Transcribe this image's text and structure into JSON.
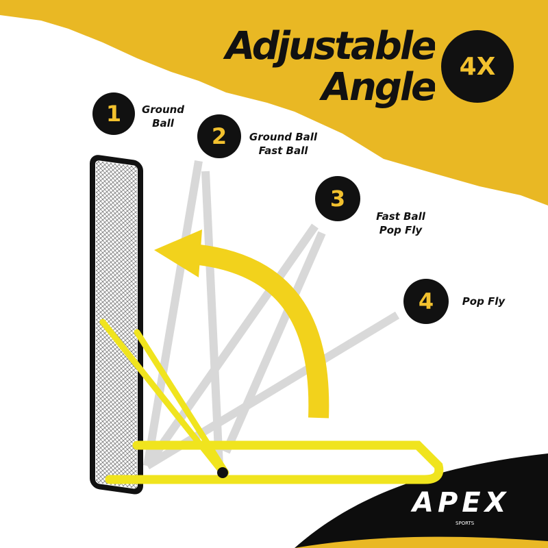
{
  "headline": {
    "line1": "Adjustable",
    "line2": "Angle"
  },
  "badge": "4X",
  "positions": [
    {
      "number": "1",
      "line1": "Ground",
      "line2": "Ball"
    },
    {
      "number": "2",
      "line1": "Ground Ball",
      "line2": "Fast Ball"
    },
    {
      "number": "3",
      "line1": "Fast Ball",
      "line2": "Pop Fly"
    },
    {
      "number": "4",
      "line1": "Pop Fly",
      "line2": ""
    }
  ],
  "brand": {
    "name": "APEX",
    "sub": "SPORTS"
  },
  "colors": {
    "yellow": "#e9b824",
    "black": "#0d0d0d",
    "frame_yellow": "#f0e41e"
  }
}
